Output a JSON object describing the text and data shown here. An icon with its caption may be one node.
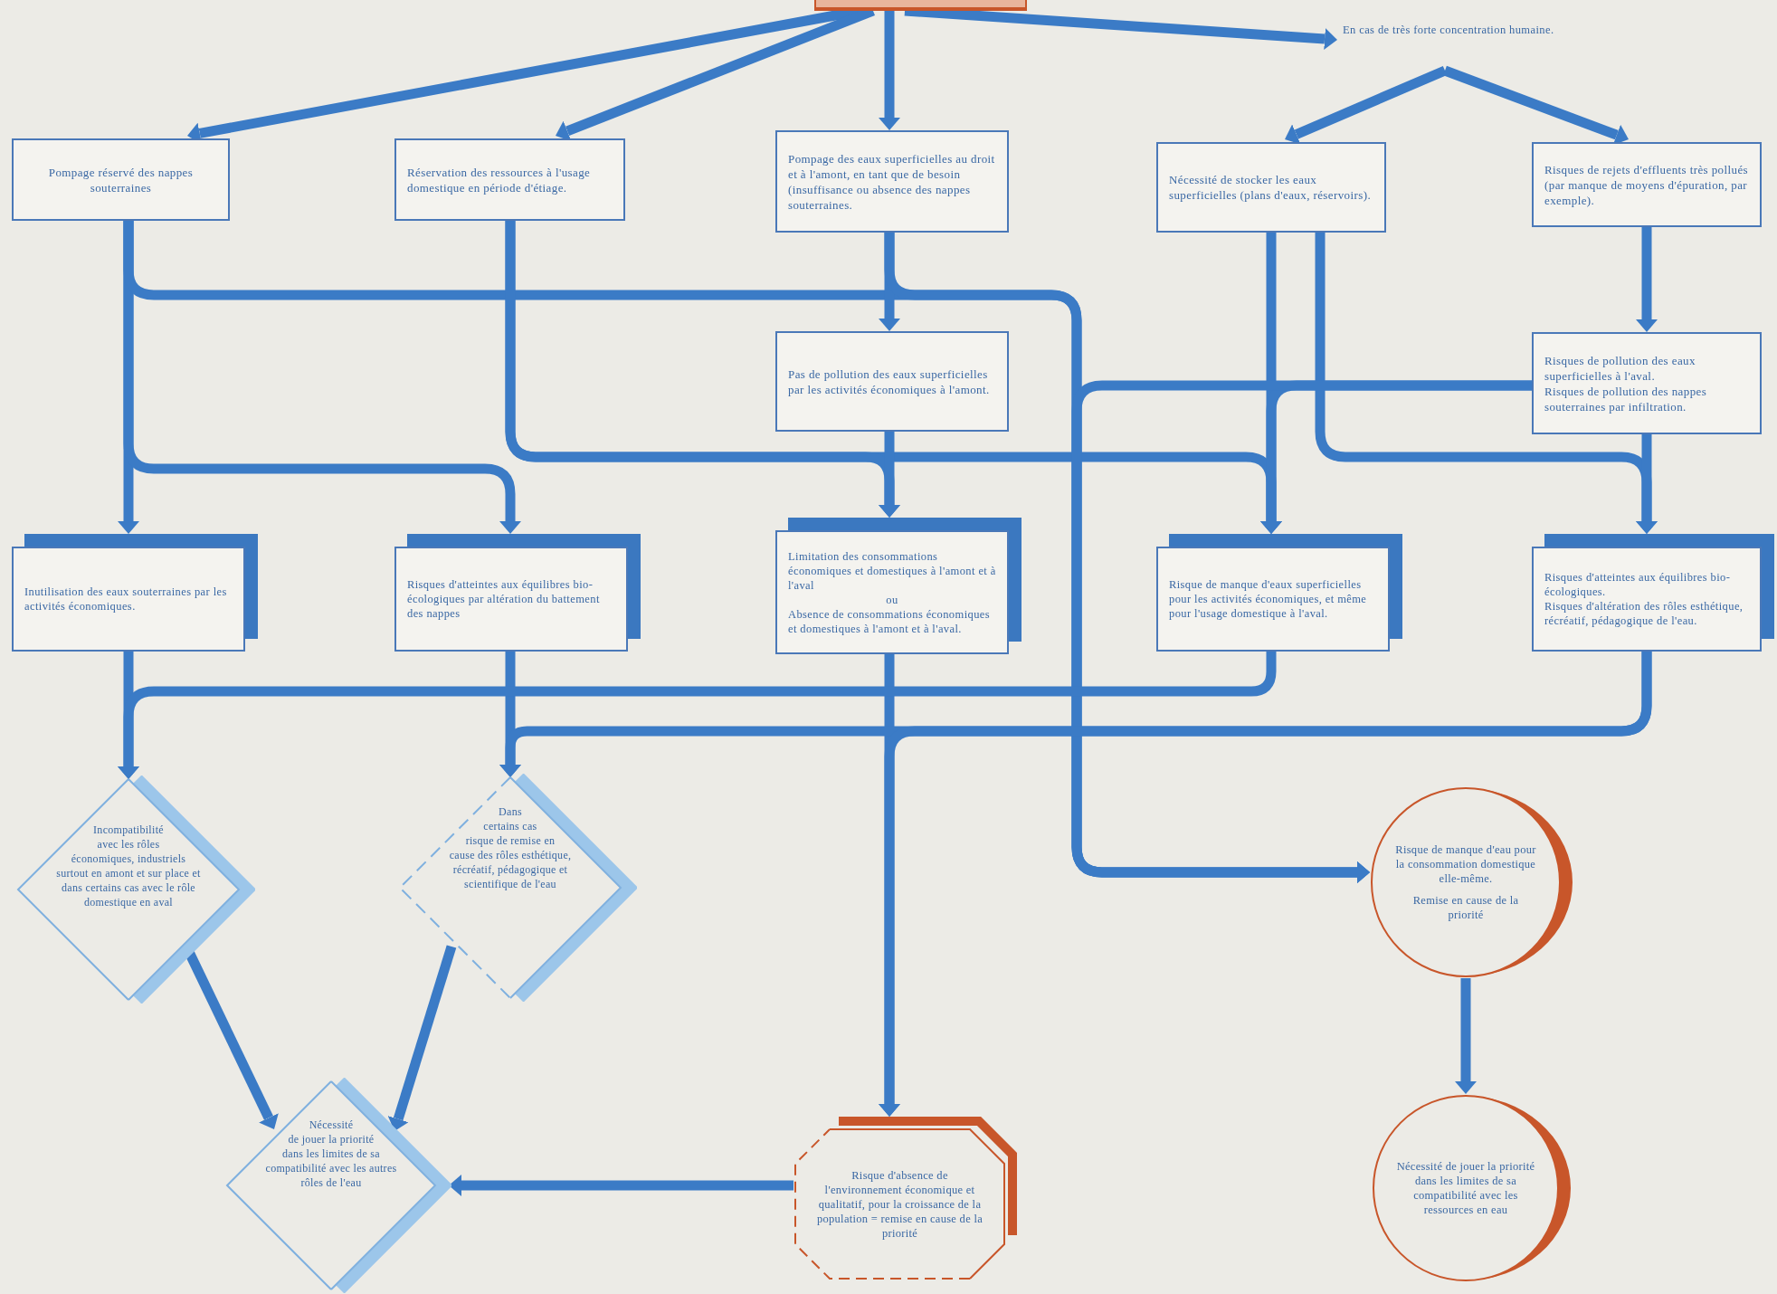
{
  "diagram": {
    "nodes": [
      {
        "text": [],
        "shape": "box"
      },
      {
        "text": [
          "Pompage réservé des nappes souterraines"
        ]
      },
      {
        "text": [
          "Réservation des ressources à l'usage domestique en période d'étiage."
        ]
      },
      {
        "text": [
          "Pompage des eaux superficielles au droit et à l'amont, en tant que de besoin (insuffisance ou absence des nappes souterraines."
        ]
      },
      {
        "text": [
          "En cas de très forte concentration humaine."
        ]
      },
      {
        "text": [
          "Nécessité de stocker les eaux superficielles (plans d'eaux, réservoirs)."
        ]
      },
      {
        "text": [
          "Risques de rejets d'effluents très pollués (par manque de moyens d'épuration, par exemple)."
        ]
      },
      {
        "text": [
          "Pas de pollution des eaux superficielles par les activités économiques à l'amont."
        ]
      },
      {
        "text": [
          "Risques de pollution des eaux superficielles à l'aval.",
          "Risques de pollution des nappes souterraines par infiltration."
        ]
      },
      {
        "text": [
          "Inutilisation des eaux souterraines par les activités économiques."
        ]
      },
      {
        "text": [
          "Risques d'atteintes aux équilibres bio-écologiques par altération du battement des nappes"
        ]
      },
      {
        "text": [
          "Limitation des consommations économiques et domestiques à l'amont et à l'aval",
          "ou",
          "Absence de consommations économiques et domestiques à l'amont et à l'aval."
        ]
      },
      {
        "text": [
          "Risque de manque d'eaux superficielles pour les activités économiques, et même pour l'usage domestique à l'aval."
        ]
      },
      {
        "text": [
          "Risques d'atteintes aux équilibres bio-écologiques.",
          "Risques d'altération des rôles esthétique, récréatif, pédagogique de l'eau."
        ]
      },
      {
        "text": [
          "Incompatibilité avec les rôles économiques, industriels surtout en amont et sur place et dans certains cas avec le rôle domestique en aval"
        ]
      },
      {
        "text": [
          "Dans certains cas risque de remise en cause des rôles esthétique, récréatif, pédagogique et scientifique de l'eau"
        ]
      },
      {
        "text": [
          "Nécessité de jouer la priorité dans les limites de sa compatibilité avec les autres rôles de l'eau"
        ]
      },
      {
        "text": [
          "Risque d'absence de l'environnement économique et qualitatif, pour la croissance de la population = remise en cause de la priorité"
        ]
      },
      {
        "text": [
          "Risque de manque d'eau pour la consommation domestique elle-même.",
          "Remise en cause de la priorité"
        ]
      },
      {
        "text": [
          "Nécessité de jouer la priorité dans les limites de sa compatibilité avec les ressources en eau"
        ]
      }
    ],
    "edges": [
      {
        "from": 0,
        "to": 1,
        "arrow": "to"
      },
      {
        "from": 0,
        "to": 2,
        "arrow": "to"
      },
      {
        "from": 0,
        "to": 3,
        "arrow": "to"
      },
      {
        "from": 0,
        "to": 4,
        "arrow": "to"
      },
      {
        "from": 4,
        "to": 5,
        "arrow": "to"
      },
      {
        "from": 4,
        "to": 6,
        "arrow": "to"
      },
      {
        "from": 1,
        "to": 9,
        "arrow": "to"
      },
      {
        "from": 1,
        "to": 10,
        "arrow": "to"
      },
      {
        "from": 1,
        "to": 18,
        "arrow": "to"
      },
      {
        "from": 2,
        "to": 12,
        "arrow": "to"
      },
      {
        "from": 2,
        "to": 11,
        "arrow": "to"
      },
      {
        "from": 3,
        "to": 7,
        "arrow": "to"
      },
      {
        "from": 3,
        "to": 18,
        "arrow": "to"
      },
      {
        "from": 7,
        "to": 11,
        "arrow": "to"
      },
      {
        "from": 5,
        "to": 12,
        "arrow": "to"
      },
      {
        "from": 5,
        "to": 13,
        "arrow": "to"
      },
      {
        "from": 6,
        "to": 8,
        "arrow": "to"
      },
      {
        "from": 8,
        "to": 13,
        "arrow": "to"
      },
      {
        "from": 8,
        "to": 12,
        "arrow": "to"
      },
      {
        "from": 8,
        "to": 18,
        "arrow": "to"
      },
      {
        "from": 9,
        "to": 14,
        "arrow": "to"
      },
      {
        "from": 10,
        "to": 15,
        "arrow": "to"
      },
      {
        "from": 11,
        "to": 17,
        "arrow": "to"
      },
      {
        "from": 12,
        "to": 14,
        "arrow": "to"
      },
      {
        "from": 13,
        "to": 15,
        "arrow": "to"
      },
      {
        "from": 13,
        "to": 17,
        "arrow": "to"
      },
      {
        "from": 14,
        "to": 16,
        "arrow": "to"
      },
      {
        "from": 15,
        "to": 16,
        "arrow": "to"
      },
      {
        "from": 17,
        "to": 16,
        "arrow": "to"
      },
      {
        "from": 18,
        "to": 19,
        "arrow": "to"
      }
    ]
  }
}
